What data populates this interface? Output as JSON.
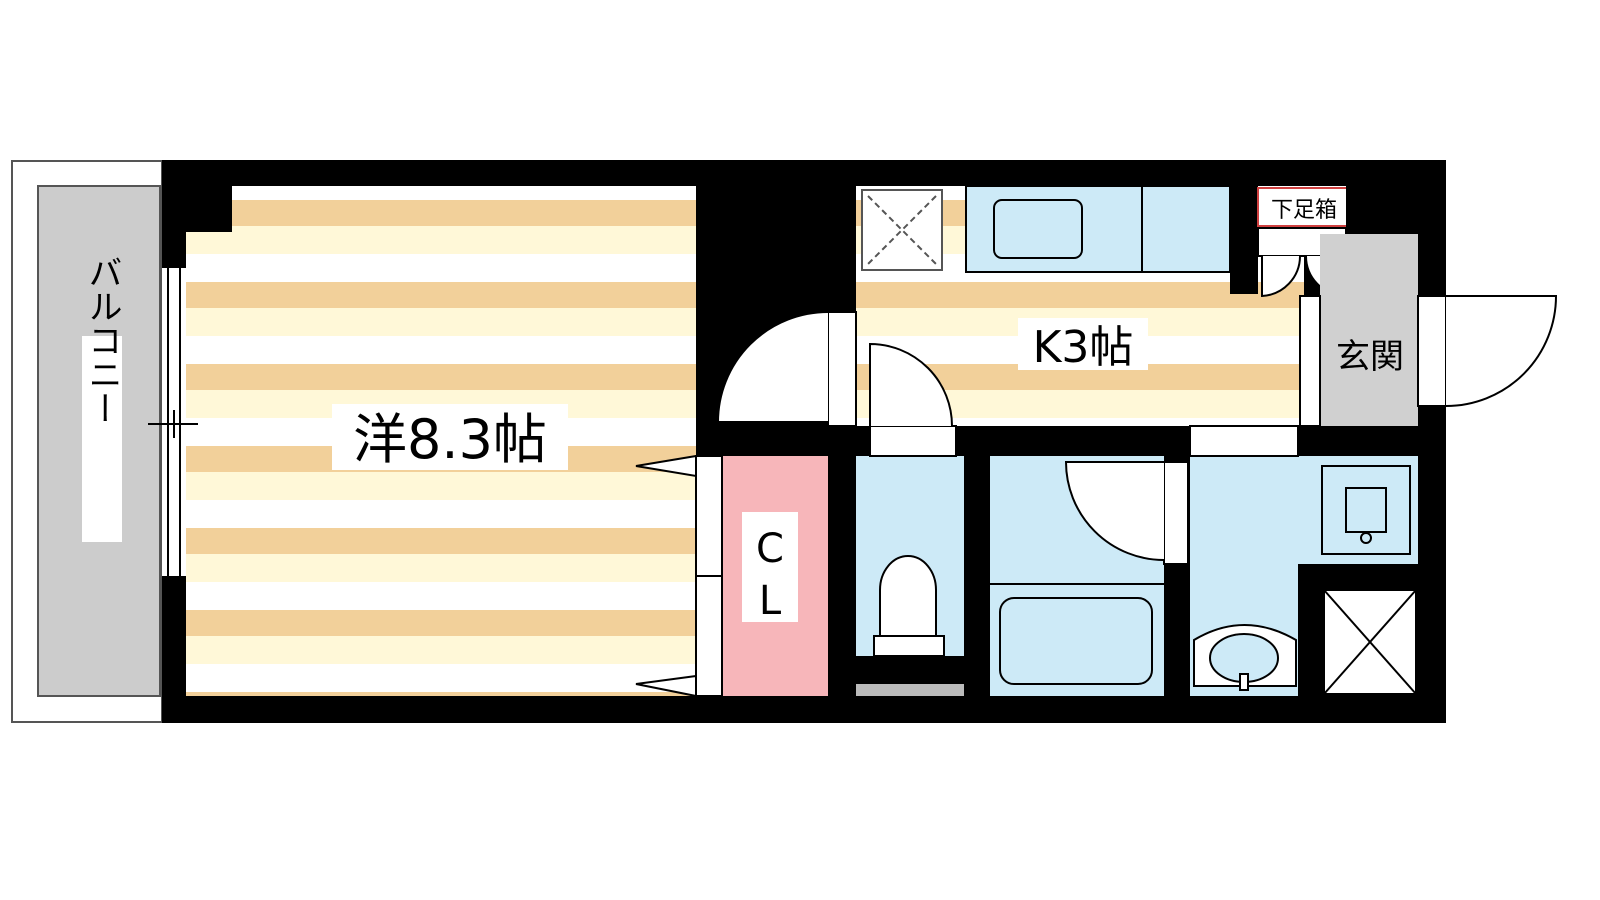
{
  "rooms": {
    "western": "洋8.3帖",
    "kitchen": "K3帖",
    "entrance": "玄関",
    "balcony": "バルコニー",
    "closet_top": "C",
    "closet_bottom": "L",
    "shoe_box": "下足箱"
  },
  "colors": {
    "wall": "#000000",
    "floor_stripe": "#f2d09a",
    "floor_light": "#fff8d8",
    "wet_area": "#cdeaf7",
    "closet": "#f7b6ba",
    "balcony": "#cccccc",
    "entrance": "#d0d0d0",
    "outline": "#444444"
  }
}
